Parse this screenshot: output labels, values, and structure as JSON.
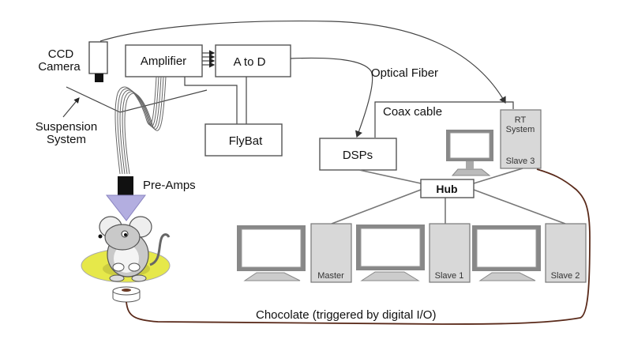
{
  "diagram": {
    "labels": {
      "ccd_camera_line1": "CCD",
      "ccd_camera_line2": "Camera",
      "amplifier": "Amplifier",
      "a_to_d": "A to D",
      "flybat": "FlyBat",
      "suspension_line1": "Suspension",
      "suspension_line2": "System",
      "pre_amps": "Pre-Amps",
      "optical_fiber": "Optical Fiber",
      "coax_cable": "Coax cable",
      "dsps": "DSPs",
      "rt_system_line1": "RT",
      "rt_system_line2": "System",
      "slave3": "Slave 3",
      "hub": "Hub",
      "master": "Master",
      "slave1": "Slave 1",
      "slave2": "Slave 2",
      "chocolate": "Chocolate (triggered by digital I/O)"
    },
    "colors": {
      "tower_fill": "#d8d8d8",
      "cone": "#b3aee0",
      "platform": "#e6e84a",
      "chocolate_wire": "#5a2a1a"
    }
  }
}
